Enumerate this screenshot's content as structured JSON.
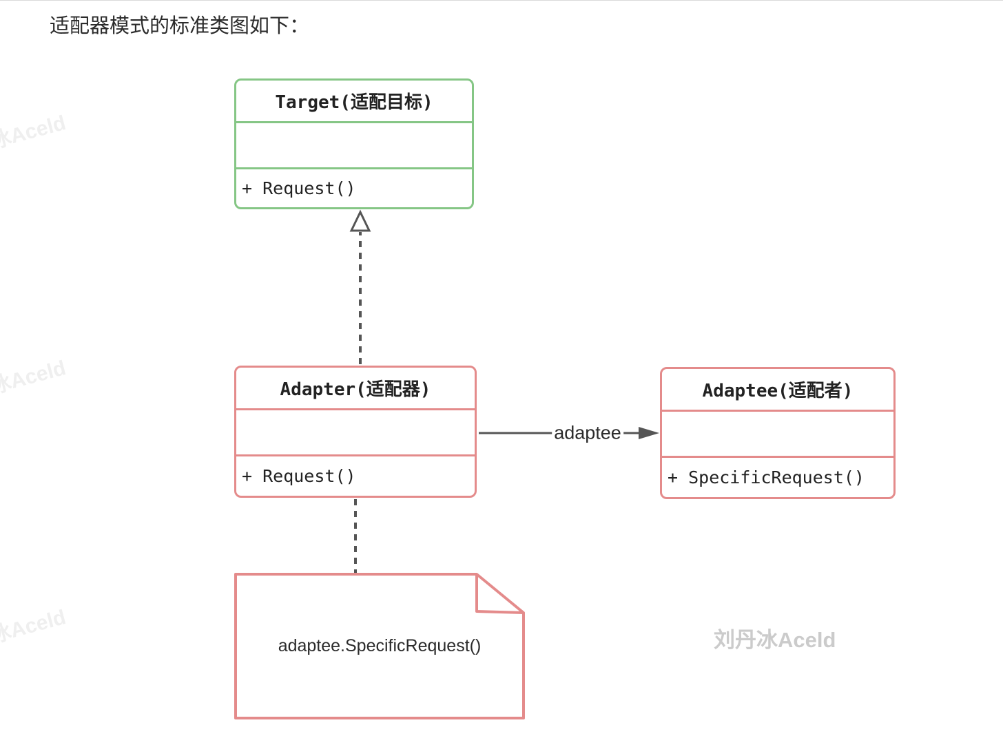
{
  "page": {
    "title": "适配器模式的标准类图如下："
  },
  "colors": {
    "target_border": "#85C685",
    "adaptee_border": "#E48B8B",
    "line": "#555555",
    "text": "#2B2B2B",
    "watermark_main": "#CBCBCB",
    "watermark_side": "#EFEFEF"
  },
  "diagram": {
    "classes": [
      {
        "name": "Target(适配目标)",
        "attributes": "",
        "methods": [
          "+ Request()"
        ]
      },
      {
        "name": "Adapter(适配器)",
        "attributes": "",
        "methods": [
          "+ Request()"
        ]
      },
      {
        "name": "Adaptee(适配者)",
        "attributes": "",
        "methods": [
          "+ SpecificRequest()"
        ]
      }
    ],
    "relations": [
      {
        "type": "realization",
        "from": "Adapter",
        "to": "Target",
        "label": ""
      },
      {
        "type": "association",
        "from": "Adapter",
        "to": "Adaptee",
        "label": "adaptee"
      },
      {
        "type": "note-anchor",
        "from": "Adapter",
        "to": "note",
        "label": ""
      }
    ],
    "note": {
      "text": "adaptee.SpecificRequest()"
    }
  },
  "watermarks": {
    "main": "刘丹冰Aceld",
    "side": "刘丹冰Aceld"
  }
}
